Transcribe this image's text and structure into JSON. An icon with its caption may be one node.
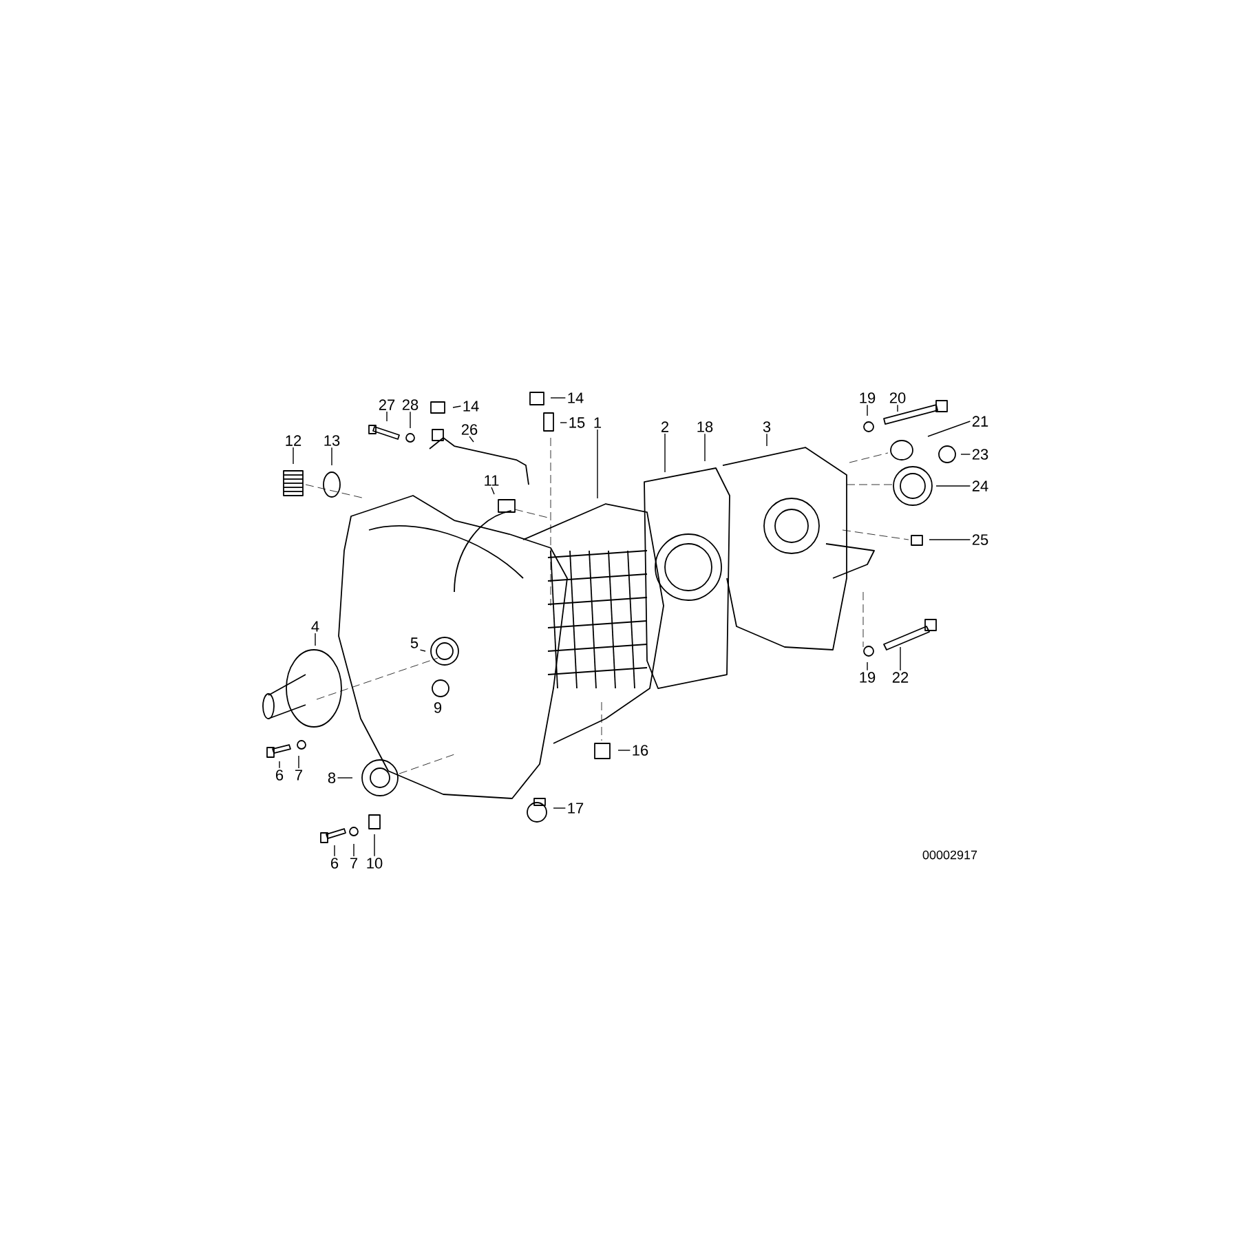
{
  "diagram": {
    "nodes": [
      {
        "text": [
          "19"
        ]
      },
      {
        "text": [
          "20"
        ]
      },
      {
        "text": [
          "27"
        ]
      },
      {
        "text": [
          "28"
        ]
      },
      {
        "text": [
          "14"
        ]
      },
      {
        "text": [
          "14"
        ]
      },
      {
        "text": [
          "21"
        ]
      },
      {
        "text": [
          "26"
        ]
      },
      {
        "text": [
          "15"
        ]
      },
      {
        "text": [
          "1"
        ]
      },
      {
        "text": [
          "2"
        ]
      },
      {
        "text": [
          "18"
        ]
      },
      {
        "text": [
          "3"
        ]
      },
      {
        "text": [
          "12"
        ]
      },
      {
        "text": [
          "13"
        ]
      },
      {
        "text": [
          "23"
        ]
      },
      {
        "text": [
          "24"
        ]
      },
      {
        "text": [
          "11"
        ]
      },
      {
        "text": [
          "25"
        ]
      },
      {
        "text": [
          "4"
        ]
      },
      {
        "text": [
          "5"
        ]
      },
      {
        "text": [
          "19"
        ]
      },
      {
        "text": [
          "22"
        ]
      },
      {
        "text": [
          "9"
        ]
      },
      {
        "text": [
          "16"
        ]
      },
      {
        "text": [
          "6"
        ]
      },
      {
        "text": [
          "7"
        ]
      },
      {
        "text": [
          "8"
        ]
      },
      {
        "text": [
          "17"
        ]
      },
      {
        "text": [
          "6"
        ]
      },
      {
        "text": [
          "7"
        ]
      },
      {
        "text": [
          "10"
        ]
      }
    ],
    "edges": [
      {
        "from": 0,
        "to": null,
        "arrow": "none"
      },
      {
        "from": 1,
        "to": null,
        "arrow": "none"
      },
      {
        "from": 2,
        "to": null,
        "arrow": "none"
      },
      {
        "from": 3,
        "to": null,
        "arrow": "none"
      },
      {
        "from": 4,
        "to": null,
        "arrow": "none"
      },
      {
        "from": 5,
        "to": null,
        "arrow": "none"
      },
      {
        "from": 6,
        "to": null,
        "arrow": "none"
      },
      {
        "from": 7,
        "to": null,
        "arrow": "none"
      },
      {
        "from": 8,
        "to": null,
        "arrow": "none"
      },
      {
        "from": 9,
        "to": null,
        "arrow": "none"
      },
      {
        "from": 10,
        "to": null,
        "arrow": "none"
      },
      {
        "from": 11,
        "to": null,
        "arrow": "none"
      },
      {
        "from": 12,
        "to": null,
        "arrow": "none"
      },
      {
        "from": 13,
        "to": null,
        "arrow": "none"
      },
      {
        "from": 14,
        "to": null,
        "arrow": "none"
      },
      {
        "from": 15,
        "to": null,
        "arrow": "none"
      },
      {
        "from": 16,
        "to": null,
        "arrow": "none"
      },
      {
        "from": 17,
        "to": null,
        "arrow": "none"
      },
      {
        "from": 18,
        "to": null,
        "arrow": "none"
      },
      {
        "from": 19,
        "to": null,
        "arrow": "none"
      },
      {
        "from": 20,
        "to": null,
        "arrow": "none"
      },
      {
        "from": 21,
        "to": null,
        "arrow": "none"
      },
      {
        "from": 22,
        "to": null,
        "arrow": "none"
      },
      {
        "from": 24,
        "to": null,
        "arrow": "none"
      },
      {
        "from": 25,
        "to": null,
        "arrow": "none"
      },
      {
        "from": 26,
        "to": null,
        "arrow": "none"
      },
      {
        "from": 27,
        "to": null,
        "arrow": "none"
      },
      {
        "from": 28,
        "to": null,
        "arrow": "none"
      },
      {
        "from": 29,
        "to": null,
        "arrow": "none"
      },
      {
        "from": 30,
        "to": null,
        "arrow": "none"
      },
      {
        "from": 31,
        "to": null,
        "arrow": "none"
      }
    ],
    "labels": [
      "00002917"
    ]
  }
}
